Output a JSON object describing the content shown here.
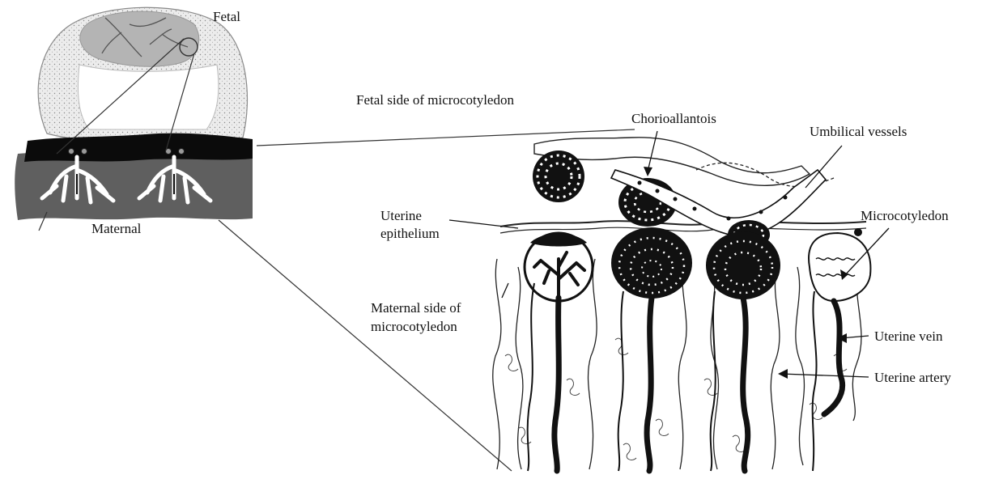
{
  "labels": {
    "fetal": "Fetal",
    "maternal": "Maternal",
    "fetal_side": "Fetal side of microcotyledon",
    "chorioallantois": "Chorioallantois",
    "umbilical_vessels": "Umbilical vessels",
    "uterine_epithelium_line1": "Uterine",
    "uterine_epithelium_line2": "epithelium",
    "microcotyledon": "Microcotyledon",
    "maternal_side_line1": "Maternal side of",
    "maternal_side_line2": "microcotyledon",
    "uterine_vein": "Uterine vein",
    "uterine_artery": "Uterine artery"
  },
  "colors": {
    "ink": "#111111",
    "fetal_sac": "#e2e2e2",
    "fetal_inner": "#b4b4b4",
    "maternal_band": "#5f5f5f",
    "chorion_band": "#0b0b0b"
  }
}
